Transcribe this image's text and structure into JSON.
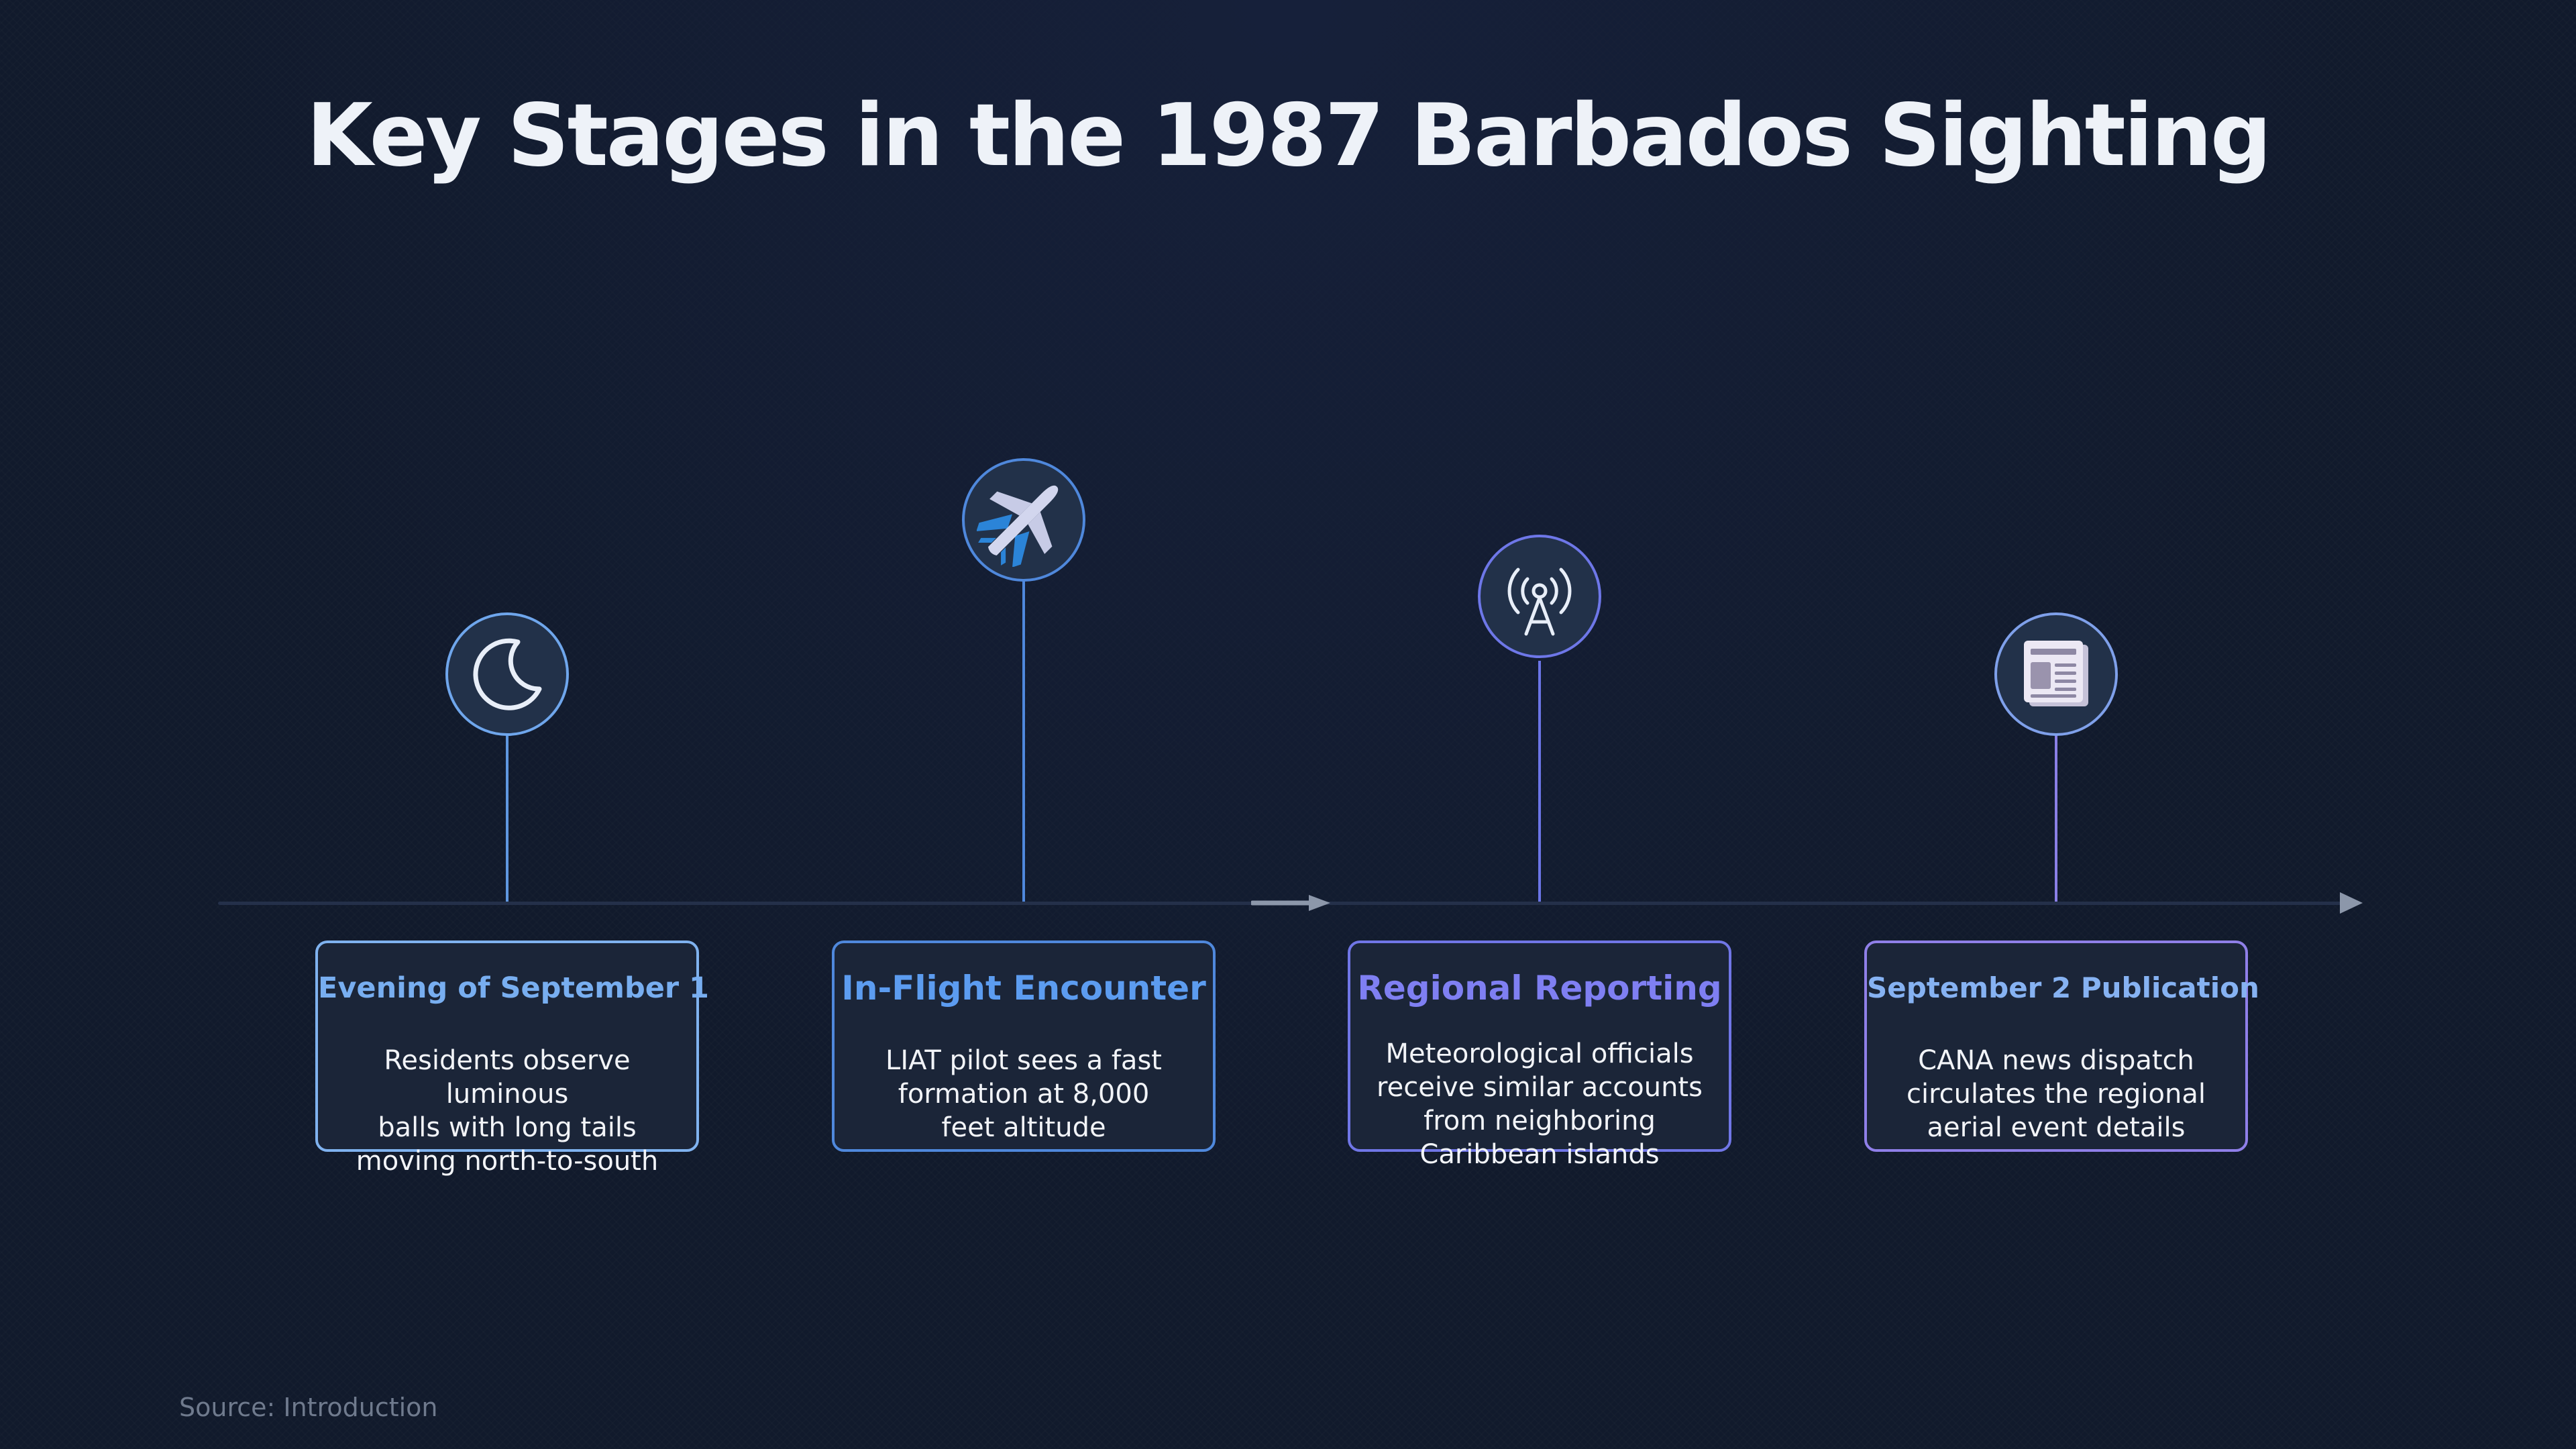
{
  "title": "Key Stages in the 1987 Barbados Sighting",
  "stages": [
    {
      "title": "Evening of September 1",
      "lines": [
        "Residents observe luminous",
        "balls with long tails",
        "moving north-to-south"
      ],
      "icon": "crescent-moon-icon",
      "color": "#6fa6ec"
    },
    {
      "title": "In-Flight Encounter",
      "lines": [
        "LIAT pilot sees a fast",
        "formation at 8,000",
        "feet altitude"
      ],
      "icon": "airplane-icon",
      "color": "#5a93e6"
    },
    {
      "title": "Regional Reporting",
      "lines": [
        "Meteorological officials",
        "receive similar accounts",
        "from neighboring",
        "Caribbean islands"
      ],
      "icon": "radio-tower-icon",
      "color": "#7a7ff0"
    },
    {
      "title": "September 2 Publication",
      "lines": [
        "CANA news dispatch",
        "circulates the regional",
        "aerial event details"
      ],
      "icon": "newspaper-icon",
      "color": "#9a86ec"
    }
  ],
  "source": "Source: Introduction"
}
